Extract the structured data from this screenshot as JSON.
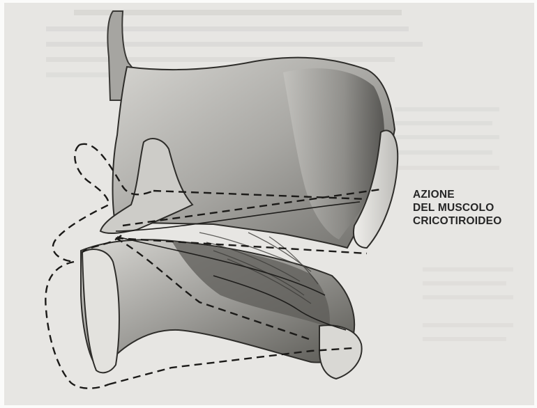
{
  "caption": {
    "line1": "AZIONE",
    "line2": "DEL MUSCOLO",
    "line3": "CRICOTIROIDEO"
  }
}
